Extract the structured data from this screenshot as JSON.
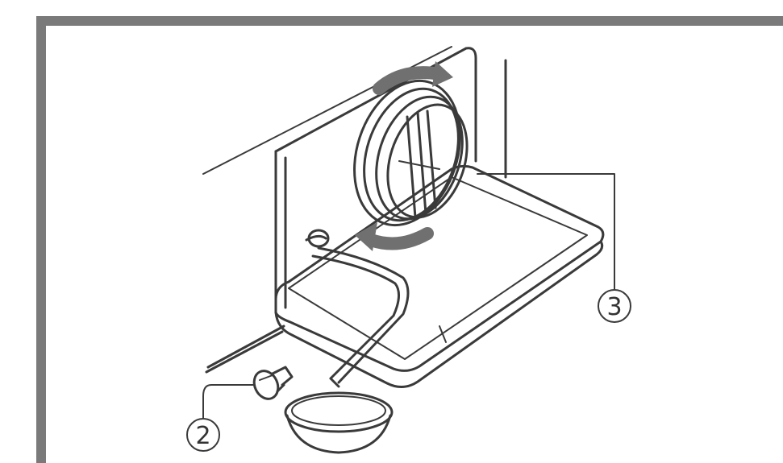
{
  "diagram": {
    "callouts": [
      {
        "id": "2",
        "label": "2"
      },
      {
        "id": "3",
        "label": "3"
      }
    ],
    "colors": {
      "frame": "#7a7a7a",
      "line": "#3a3a3a",
      "arrow": "#707070",
      "background": "#ffffff"
    }
  }
}
